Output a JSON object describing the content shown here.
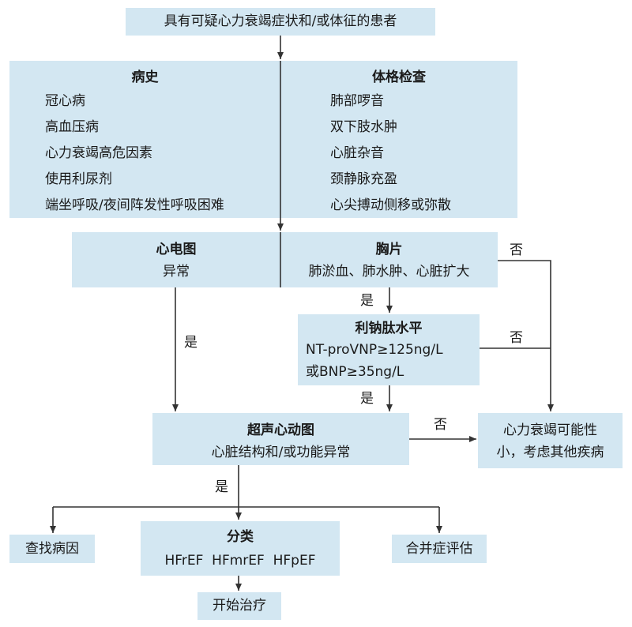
{
  "start": "具有可疑心力衰竭症状和/或体征的患者",
  "history": {
    "title": "病史",
    "items": [
      "冠心病",
      "高血压病",
      "心力衰竭高危因素",
      "使用利尿剂",
      "端坐呼吸/夜间阵发性呼吸困难"
    ]
  },
  "exam": {
    "title": "体格检查",
    "items": [
      "肺部啰音",
      "双下肢水肿",
      "心脏杂音",
      "颈静脉充盈",
      "心尖搏动侧移或弥散"
    ]
  },
  "ecg": {
    "title": "心电图",
    "text": "异常"
  },
  "xray": {
    "title": "胸片",
    "text": "肺淤血、肺水肿、心脏扩大"
  },
  "natriuretic": {
    "title": "利钠肽水平",
    "line1": "NT-proVNP≥125ng/L",
    "line2": "或BNP≥35ng/L"
  },
  "echo": {
    "title": "超声心动图",
    "text": "心脏结构和/或功能异常"
  },
  "unlikely": {
    "line1": "心力衰竭可能性",
    "line2": "小，考虑其他疾病"
  },
  "find_cause": "查找病因",
  "classify": {
    "title": "分类",
    "types": "HFrEF  HFmrEF  HFpEF"
  },
  "comorbidity": "合并症评估",
  "start_treatment": "开始治疗",
  "labels": {
    "yes": "是",
    "no": "否"
  }
}
